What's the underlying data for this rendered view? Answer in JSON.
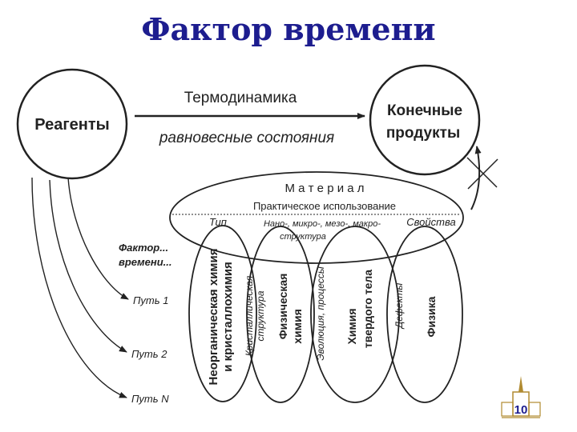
{
  "title": "Фактор времени",
  "diagram": {
    "reagents": "Реагенты",
    "products_line1": "Конечные",
    "products_line2": "продукты",
    "thermo": "Термодинамика",
    "equilibrium": "равновесные состояния",
    "material": "М а т е р и а л",
    "practical_use": "Практическое использование",
    "type": "Тип",
    "structure_line1": "Нано-, микро-, мезо-, макро-",
    "structure_line2": "структура",
    "properties": "Свойства",
    "time_factor_line1": "Фактор...",
    "time_factor_line2": "времени...",
    "path1": "Путь 1",
    "path2": "Путь 2",
    "pathN": "Путь N",
    "inorg_line1": "Неорганическая химия",
    "inorg_line2": "и кристаллохимия",
    "cryst_line1": "Кристаллическая",
    "cryst_line2": "структура",
    "physchem_line1": "Физическая",
    "physchem_line2": "химия",
    "evolution": "Эволюция, процессы",
    "solid_line1": "Химия",
    "solid_line2": "твердого тела",
    "defects": "Дефекты",
    "physics": "Физика"
  },
  "badge": {
    "page_number": "10"
  }
}
